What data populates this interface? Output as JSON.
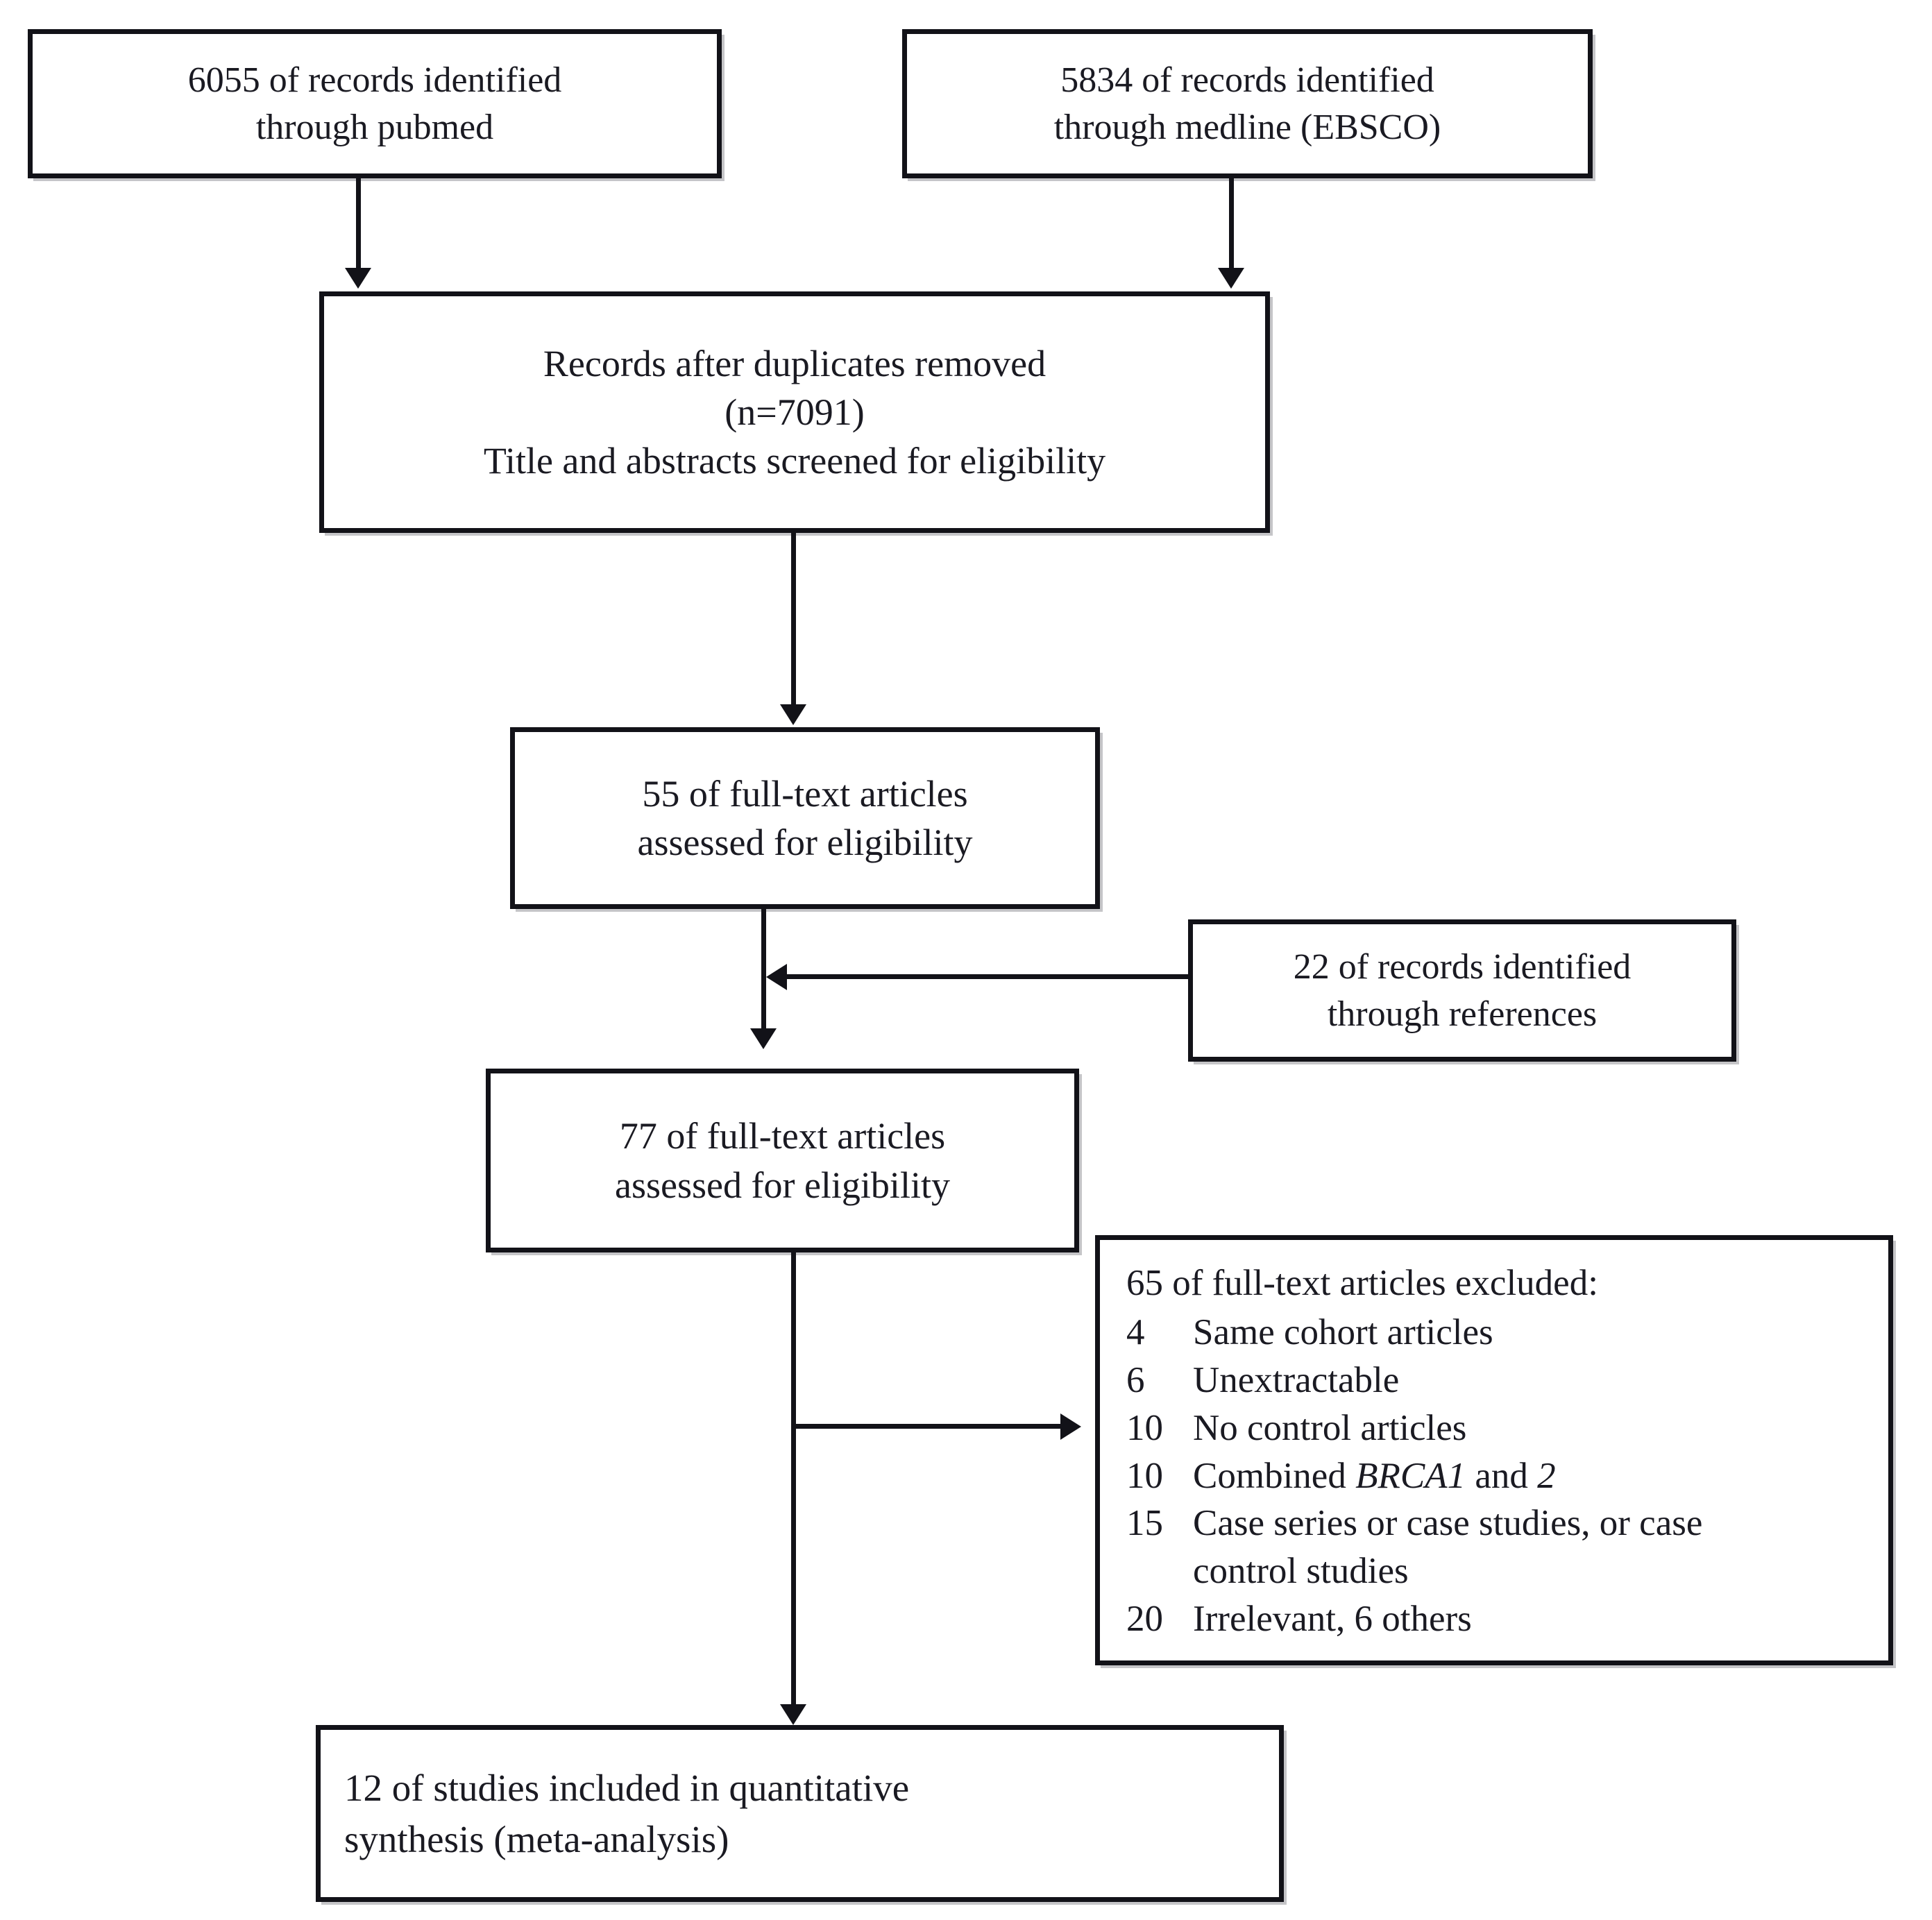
{
  "diagram": {
    "type": "prisma-flow-diagram",
    "boxes": {
      "pubmed": {
        "line1": "6055 of records identified",
        "line2": "through pubmed",
        "count": 6055,
        "source": "pubmed"
      },
      "medline": {
        "line1": "5834 of records identified",
        "line2": "through medline (EBSCO)",
        "count": 5834,
        "source": "medline (EBSCO)"
      },
      "duplicates_removed": {
        "line1": "Records after duplicates removed",
        "line2": "(n=7091)",
        "line3": "Title and abstracts screened for eligibility",
        "count": 7091
      },
      "fulltext_55": {
        "line1": "55 of full-text articles",
        "line2": "assessed for eligibility",
        "count": 55
      },
      "references": {
        "line1": "22 of records identified",
        "line2": "through references",
        "count": 22,
        "source": "references"
      },
      "fulltext_77": {
        "line1": "77 of full-text articles",
        "line2": "assessed for eligibility",
        "count": 77
      },
      "excluded": {
        "heading": "65 of full-text articles excluded:",
        "total": 65,
        "reasons": [
          {
            "count": "4",
            "label": "Same cohort articles"
          },
          {
            "count": "6",
            "label": "Unextractable"
          },
          {
            "count": "10",
            "label": "No control articles"
          },
          {
            "count": "10",
            "label": "Combined BRCA1 and 2",
            "label_pre": "Combined ",
            "label_em": "BRCA1",
            "label_mid": " and ",
            "label_em2": "2"
          },
          {
            "count": "15",
            "label": "Case series or case studies, or case",
            "continuation": "control studies"
          },
          {
            "count": "20",
            "label": "Irrelevant, 6 others"
          }
        ]
      },
      "included": {
        "line1": "12 of studies included in quantitative",
        "line2": "synthesis (meta-analysis)",
        "count": 12
      }
    },
    "colors": {
      "border": "#121218",
      "text": "#1a1a22",
      "background": "#ffffff",
      "shadow": "#96969b"
    }
  }
}
